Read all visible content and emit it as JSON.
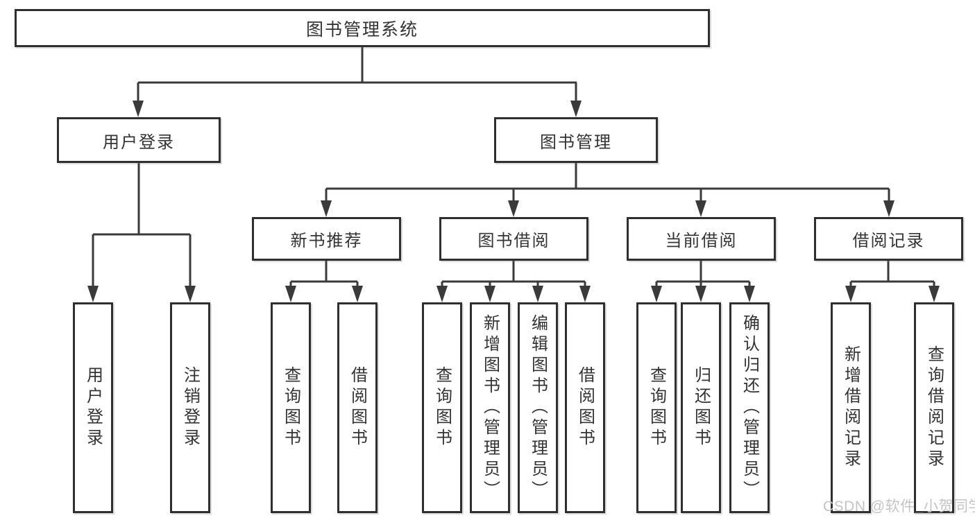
{
  "tree": {
    "root": "图书管理系统",
    "level2": [
      {
        "label": "用户登录",
        "children": [
          "用户登录",
          "注销登录"
        ]
      },
      {
        "label": "图书管理",
        "children": [
          {
            "label": "新书推荐",
            "children": [
              "查询图书",
              "借阅图书"
            ]
          },
          {
            "label": "图书借阅",
            "children": [
              "查询图书",
              "新增图书（管理员）",
              "编辑图书（管理员）",
              "借阅图书"
            ]
          },
          {
            "label": "当前借阅",
            "children": [
              "查询图书",
              "归还图书",
              "确认归还（管理员）"
            ]
          },
          {
            "label": "借阅记录",
            "children": [
              "新增借阅记录",
              "查询借阅记录"
            ]
          }
        ]
      }
    ]
  },
  "watermark": {
    "text": "CSDN @软件_小贺同学"
  },
  "colors": {
    "line": "#3a3a3a",
    "border": "#2f2f2f",
    "text": "#333333",
    "box_fill": "#ffffff",
    "watermark": "#c4c4c4",
    "background": "#ffffff"
  }
}
